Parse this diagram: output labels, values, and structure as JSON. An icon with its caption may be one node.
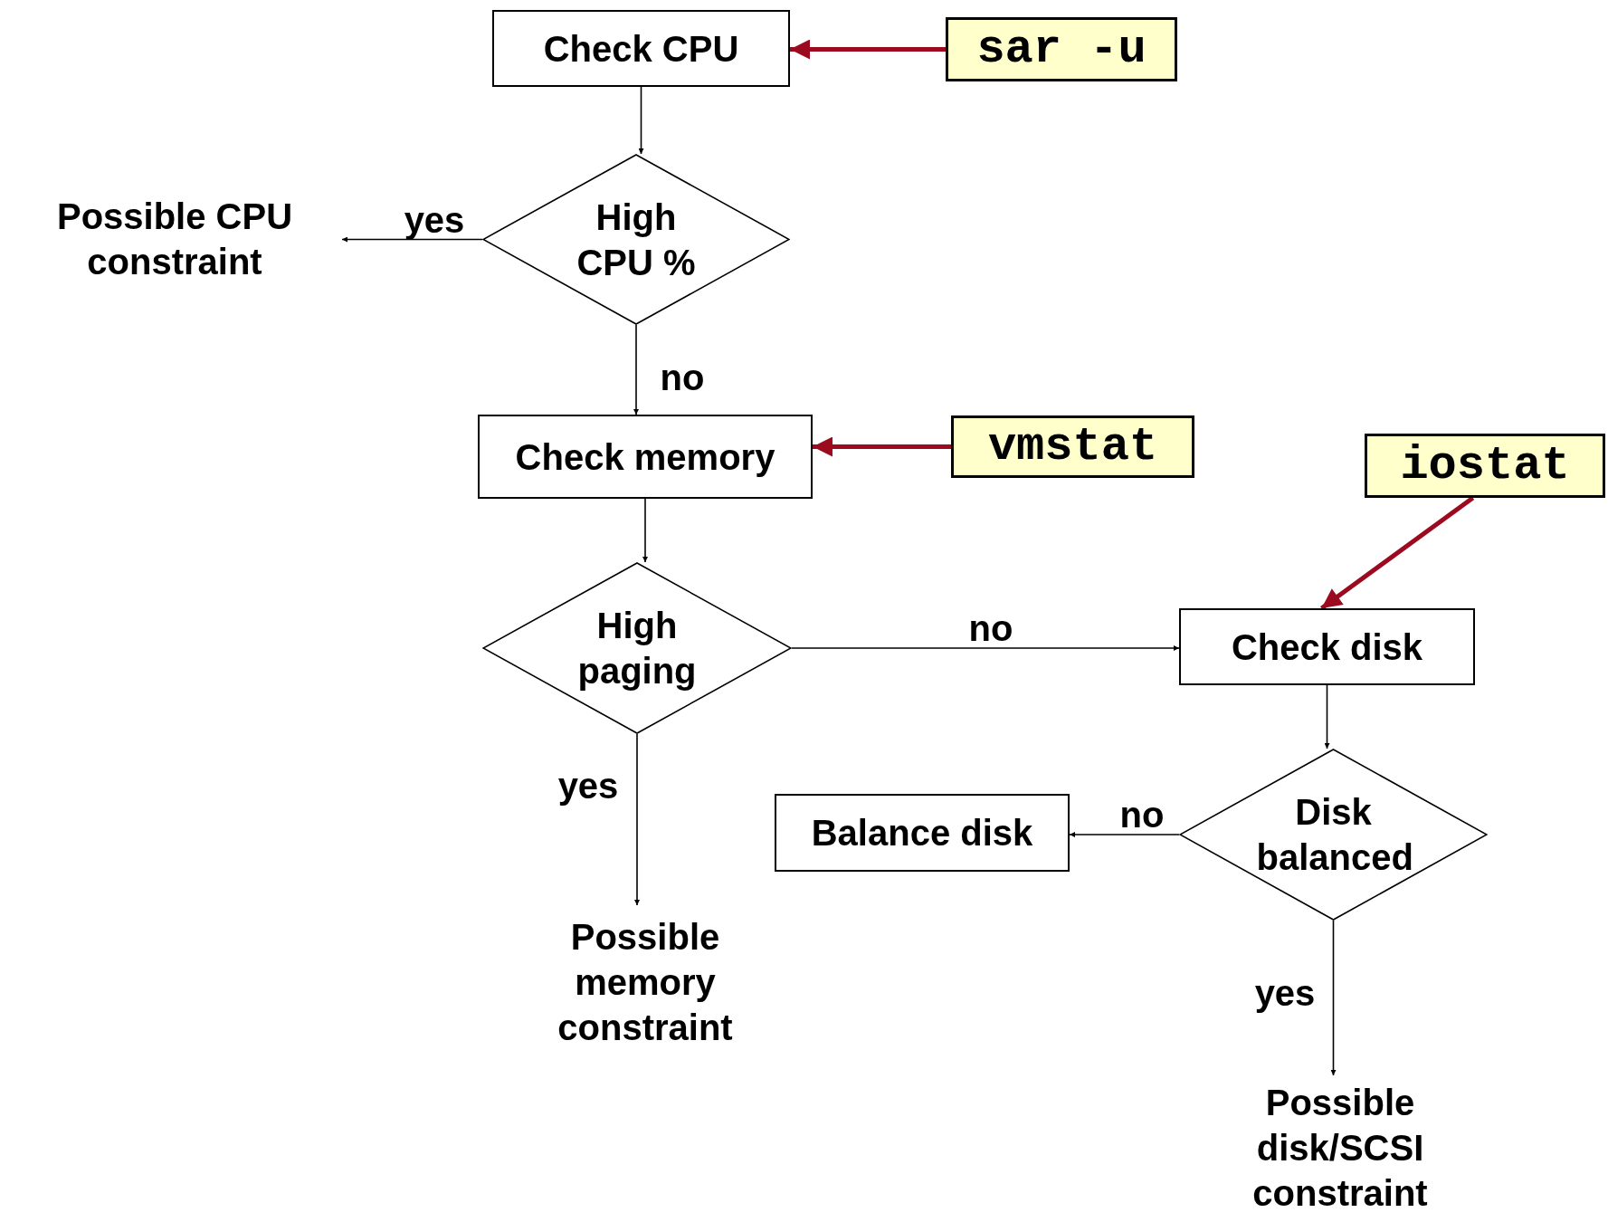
{
  "diagram": {
    "nodes": [
      {
        "text": [
          "Check CPU"
        ]
      },
      {
        "text": [
          "sar -u"
        ]
      },
      {
        "text": [
          "High CPU %"
        ]
      },
      {
        "text": [
          "Possible CPU constraint"
        ]
      },
      {
        "text": [
          "Check memory"
        ]
      },
      {
        "text": [
          "vmstat"
        ]
      },
      {
        "text": [
          "iostat"
        ]
      },
      {
        "text": [
          "High paging"
        ]
      },
      {
        "text": [
          "Check disk"
        ]
      },
      {
        "text": [
          "Disk balanced"
        ]
      },
      {
        "text": [
          "Balance disk"
        ]
      },
      {
        "text": [
          "Possible memory constraint"
        ]
      },
      {
        "text": [
          "Possible disk/SCSI constraint"
        ]
      }
    ],
    "edges": [
      {
        "from": 0,
        "to": 2,
        "arrow": "to"
      },
      {
        "from": 1,
        "to": 0,
        "arrow": "to",
        "style": "thick",
        "color": "#9b0a1e"
      },
      {
        "from": 2,
        "to": 3,
        "arrow": "to",
        "label": "yes"
      },
      {
        "from": 2,
        "to": 4,
        "arrow": "to",
        "label": "no"
      },
      {
        "from": 5,
        "to": 4,
        "arrow": "to",
        "style": "thick",
        "color": "#9b0a1e"
      },
      {
        "from": 4,
        "to": 7,
        "arrow": "to"
      },
      {
        "from": 7,
        "to": 8,
        "arrow": "to",
        "label": "no"
      },
      {
        "from": 6,
        "to": 8,
        "arrow": "to",
        "style": "thick",
        "color": "#9b0a1e"
      },
      {
        "from": 7,
        "to": 11,
        "arrow": "to",
        "label": "yes"
      },
      {
        "from": 8,
        "to": 9,
        "arrow": "to"
      },
      {
        "from": 9,
        "to": 10,
        "arrow": "to",
        "label": "no"
      },
      {
        "from": 9,
        "to": 12,
        "arrow": "to",
        "label": "yes"
      }
    ]
  }
}
